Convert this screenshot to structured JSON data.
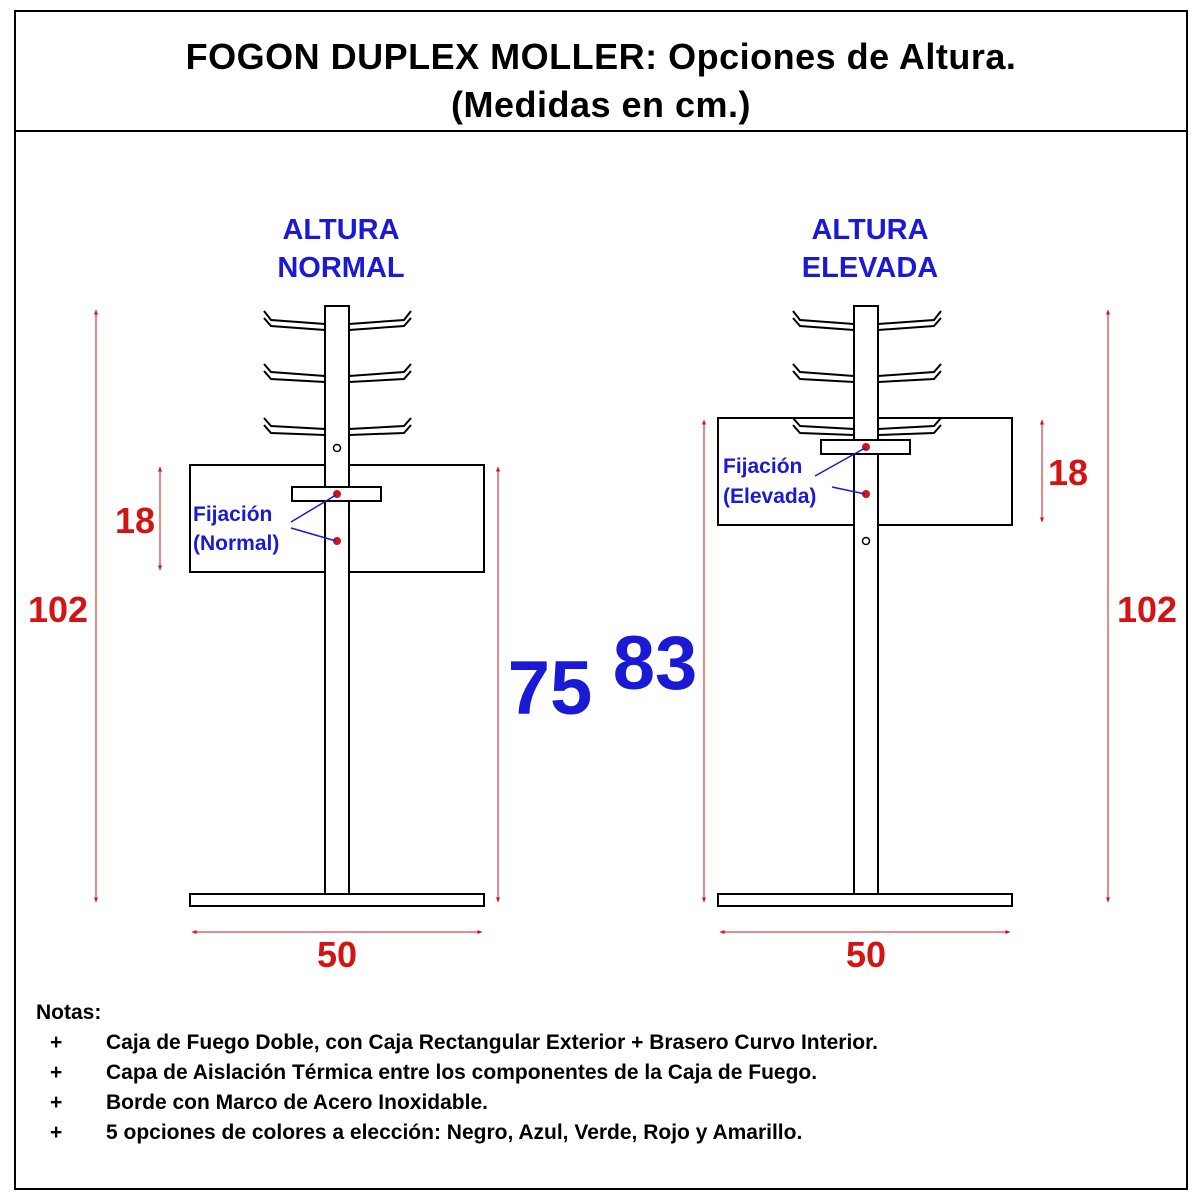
{
  "title": {
    "line1": "FOGON DUPLEX MOLLER: Opciones de Altura.",
    "line2": "(Medidas en cm.)"
  },
  "colors": {
    "dimension_red": "#d21414",
    "label_blue": "#1a1ad6",
    "line": "#000000"
  },
  "left_option": {
    "heading_line1": "ALTURA",
    "heading_line2": "NORMAL",
    "fixing_line1": "Fijación",
    "fixing_line2": "(Normal)",
    "dim_total": "102",
    "dim_box": "18",
    "dim_height": "75",
    "dim_width": "50"
  },
  "right_option": {
    "heading_line1": "ALTURA",
    "heading_line2": "ELEVADA",
    "fixing_line1": "Fijación",
    "fixing_line2": "(Elevada)",
    "dim_total": "102",
    "dim_box": "18",
    "dim_height": "83",
    "dim_width": "50"
  },
  "notes": {
    "heading": "Notas:",
    "bullet": "+",
    "items": [
      "Caja de Fuego Doble, con Caja Rectangular Exterior + Brasero Curvo Interior.",
      "Capa de Aislación Térmica entre los componentes de la Caja de Fuego.",
      "Borde con Marco de Acero Inoxidable.",
      "5 opciones de colores a elección: Negro, Azul, Verde, Rojo y Amarillo."
    ]
  }
}
